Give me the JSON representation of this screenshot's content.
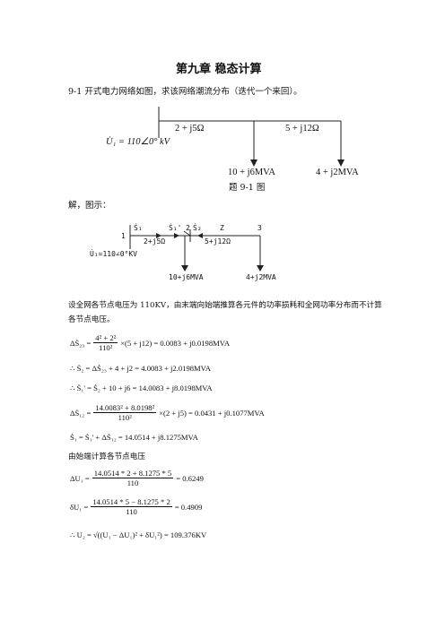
{
  "title": "第九章  稳态计算",
  "problem": "9-1 开式电力网络如图，求该网络潮流分布（迭代一个来回）。",
  "figure1": {
    "source_label": "U̇₁ = 110∠0° kV",
    "line1_label": "2 + j5Ω",
    "line2_label": "5 + j12Ω",
    "load1_label": "10 + j6MVA",
    "load2_label": "4 + j2MVA",
    "caption": "题 9-1 图"
  },
  "solution_label": "解，图示：",
  "figure2": {
    "node1": "1",
    "source": "U̇₁=110∠0°KV",
    "s1": "Ṡ₁",
    "s1p": "Ṡ₁'",
    "node2": "2",
    "s2": "Ṡ₂",
    "z12": "2+j5Ω",
    "z": "Z",
    "z23": "5+j12Ω",
    "node3": "3",
    "load1": "10+j6MVA",
    "load2": "4+j2MVA"
  },
  "para1": "设全网各节点电压为 110KV，由末端向始端推算各元件的功率损耗和全网功率分布而不计算",
  "para1b": "各节点电压。",
  "eq1": {
    "lhs": "ΔṠ₂₃ =",
    "num": "4² + 2²",
    "den": "110²",
    "rhs": "×(5 + j12) = 0.0083 + j0.0198MVA"
  },
  "eq2": "∴ Ṡ₂ = ΔṠ₂₃ + 4 + j2 = 4.0083 + j2.0198MVA",
  "eq3": "∴ Ṡ₁' = Ṡ₂ + 10 + j6 = 14.0083 + j8.0198MVA",
  "eq4": {
    "lhs": "ΔṠ₁₂ =",
    "num": "14.0083² + 8.0198²",
    "den": "110²",
    "rhs": "×(2 + j5) = 0.0431 + j0.1077MVA"
  },
  "eq5": "Ṡ₁ = Ṡ₁' + ΔṠ₁₂ = 14.0514 + j8.1275MVA",
  "para2": "由始端计算各节点电压",
  "eq6": {
    "lhs": "ΔU₁ =",
    "num": "14.0514 * 2 + 8.1275 * 5",
    "den": "110",
    "rhs": "= 0.6249"
  },
  "eq7": {
    "lhs": "δU₁ =",
    "num": "14.0514 * 5 − 8.1275 * 2",
    "den": "110",
    "rhs": "= 0.4909"
  },
  "eq8": "∴ U₂ = √((U₁ − ΔU₁)² + δU₁²) = 109.376KV"
}
